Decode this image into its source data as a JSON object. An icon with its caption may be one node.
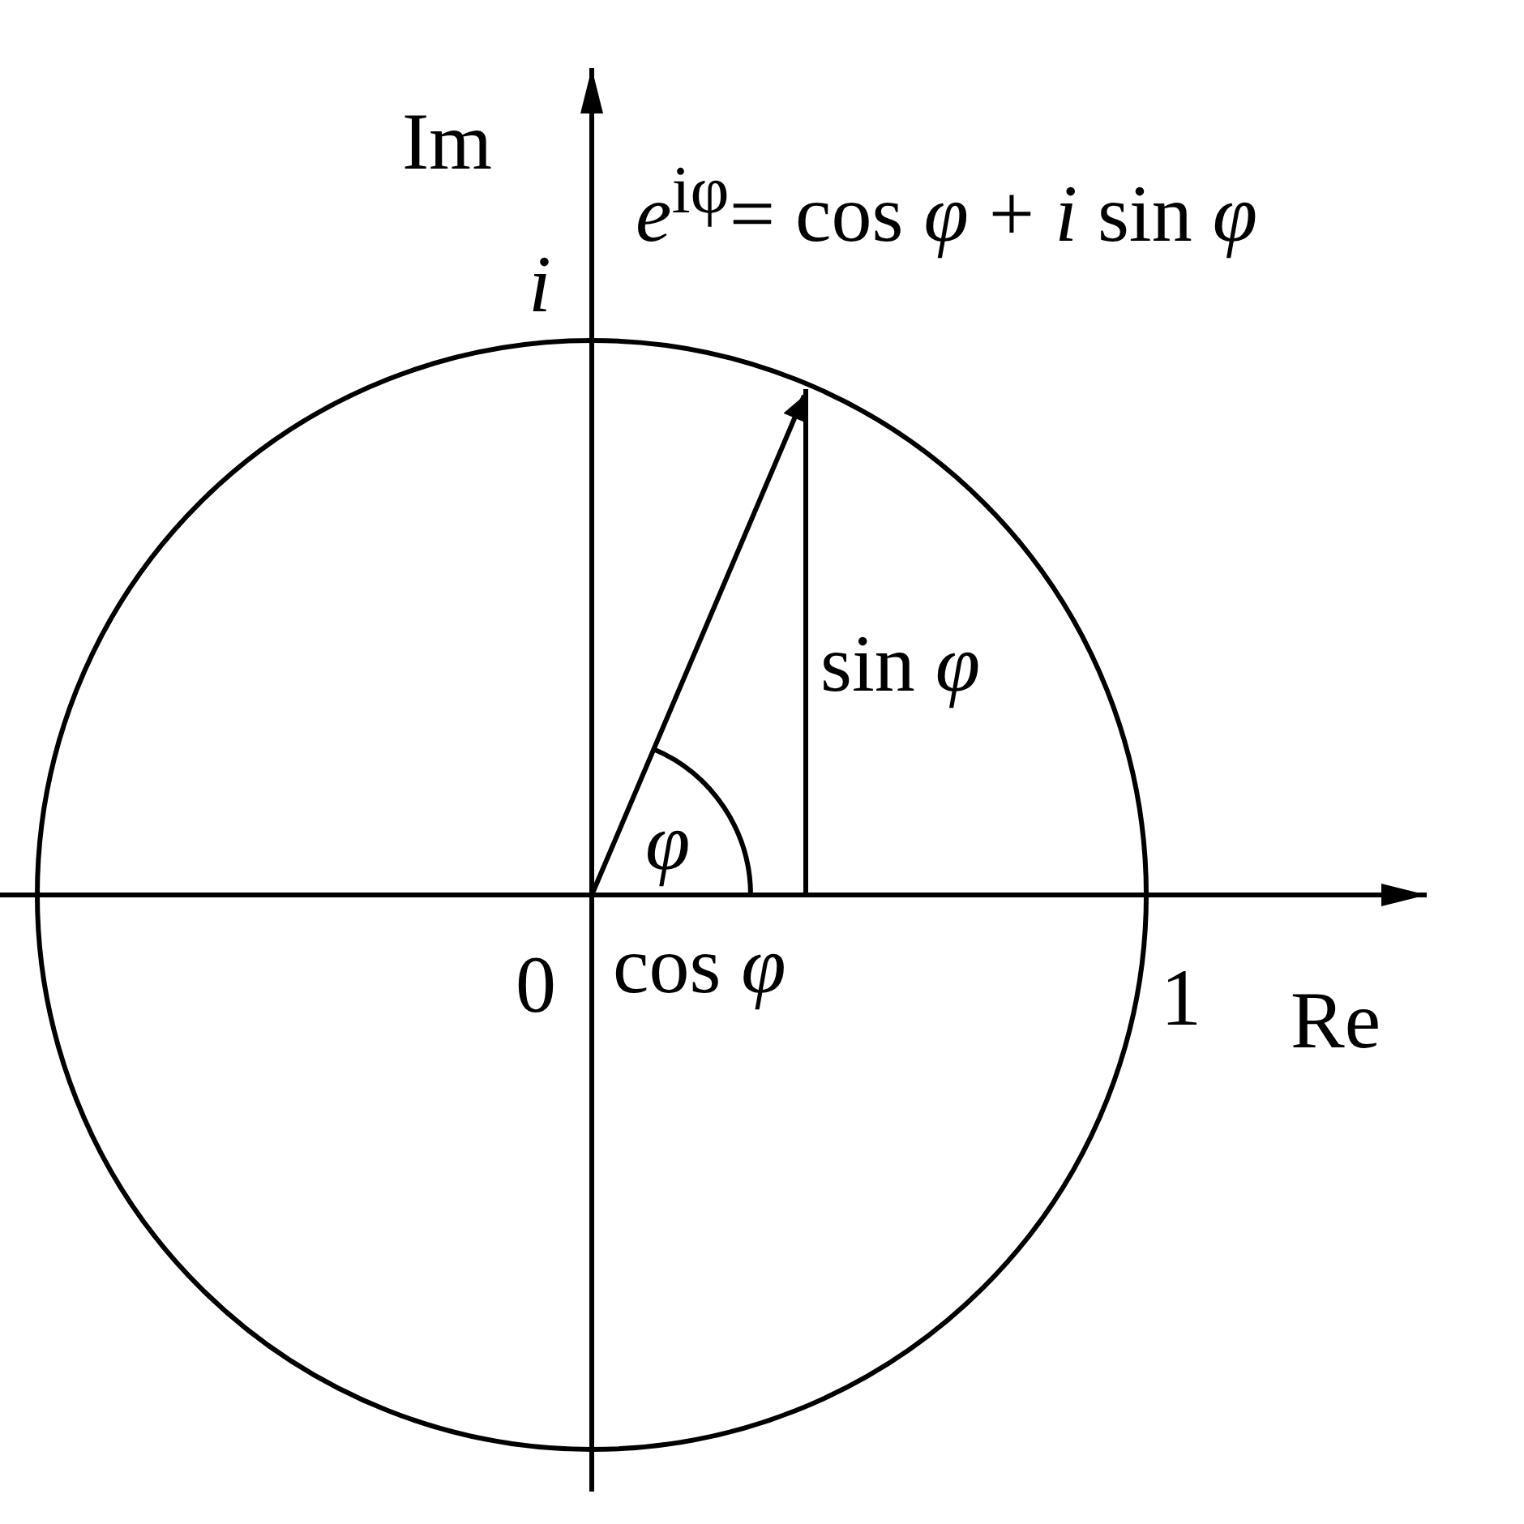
{
  "diagram": {
    "labels": [
      "Im",
      "*e*$^{iφ}$= cos *φ* + *i* sin *φ*",
      "*i*",
      "sin *φ*",
      "*φ*",
      "0",
      "cos *φ*",
      "1",
      "Re"
    ]
  }
}
